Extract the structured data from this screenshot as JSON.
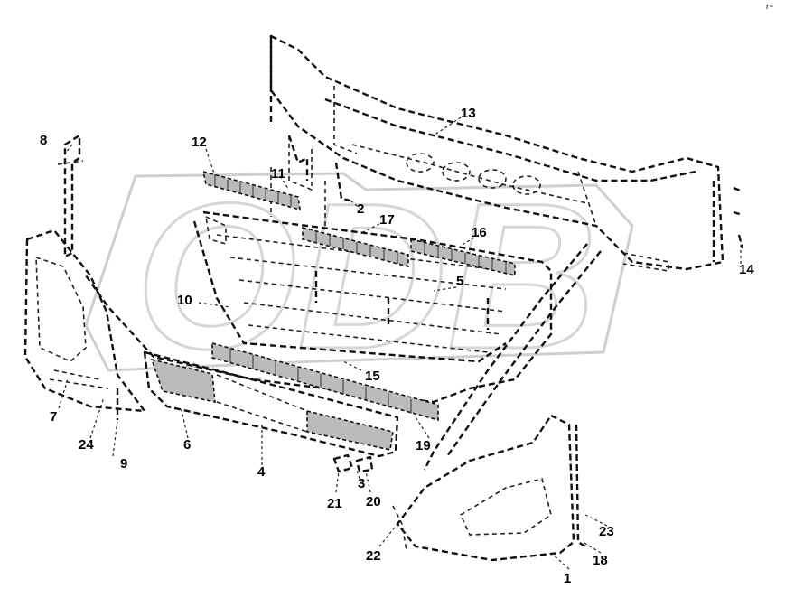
{
  "diagram": {
    "corner_mark": "r~",
    "callouts": [
      {
        "id": "c1",
        "text": "1"
      },
      {
        "id": "c2",
        "text": "2"
      },
      {
        "id": "c3",
        "text": "3"
      },
      {
        "id": "c4",
        "text": "4"
      },
      {
        "id": "c5",
        "text": "5"
      },
      {
        "id": "c6",
        "text": "6"
      },
      {
        "id": "c7",
        "text": "7"
      },
      {
        "id": "c8",
        "text": "8"
      },
      {
        "id": "c9",
        "text": "9"
      },
      {
        "id": "c10",
        "text": "10"
      },
      {
        "id": "c11",
        "text": "11"
      },
      {
        "id": "c12",
        "text": "12"
      },
      {
        "id": "c13",
        "text": "13"
      },
      {
        "id": "c14",
        "text": "14"
      },
      {
        "id": "c15",
        "text": "15"
      },
      {
        "id": "c16",
        "text": "16"
      },
      {
        "id": "c17",
        "text": "17"
      },
      {
        "id": "c18",
        "text": "18"
      },
      {
        "id": "c19",
        "text": "19"
      },
      {
        "id": "c20",
        "text": "20"
      },
      {
        "id": "c21",
        "text": "21"
      },
      {
        "id": "c22",
        "text": "22"
      },
      {
        "id": "c23",
        "text": "23"
      },
      {
        "id": "c24",
        "text": "24"
      }
    ]
  }
}
